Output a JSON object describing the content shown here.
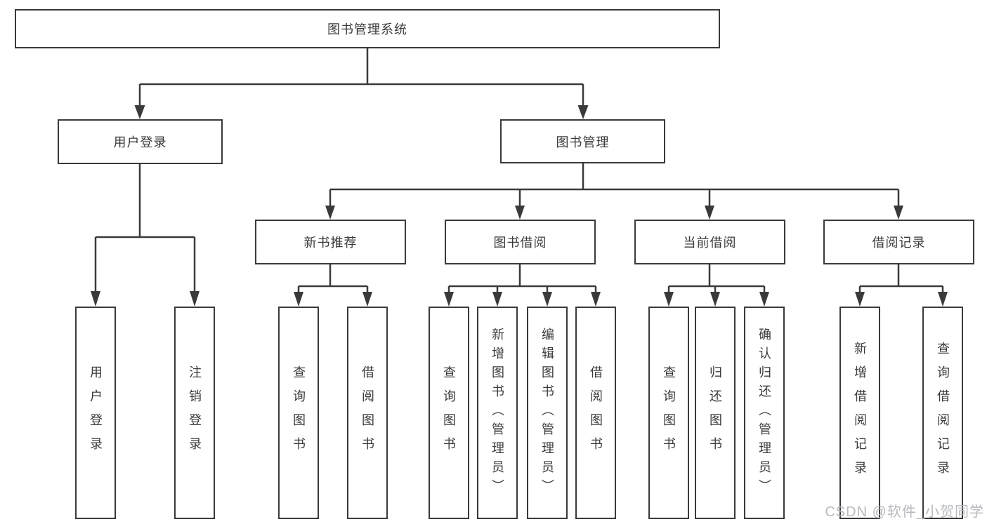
{
  "tree": {
    "root": {
      "label": "图书管理系统"
    },
    "branches": [
      {
        "label": "用户登录",
        "leaves": [
          "用户登录",
          "注销登录"
        ]
      },
      {
        "label": "图书管理",
        "sections": [
          {
            "label": "新书推荐",
            "leaves": [
              "查询图书",
              "借阅图书"
            ]
          },
          {
            "label": "图书借阅",
            "leaves": [
              "查询图书",
              "新增图书（管理员）",
              "编辑图书（管理员）",
              "借阅图书"
            ]
          },
          {
            "label": "当前借阅",
            "leaves": [
              "查询图书",
              "归还图书",
              "确认归还（管理员）"
            ]
          },
          {
            "label": "借阅记录",
            "leaves": [
              "新增借阅记录",
              "查询借阅记录"
            ]
          }
        ]
      }
    ]
  },
  "watermark": {
    "text": "CSDN @软件_小贺同学"
  },
  "colors": {
    "line": "#3a3a3a",
    "background": "#ffffff",
    "watermark": "#b7b9be"
  }
}
